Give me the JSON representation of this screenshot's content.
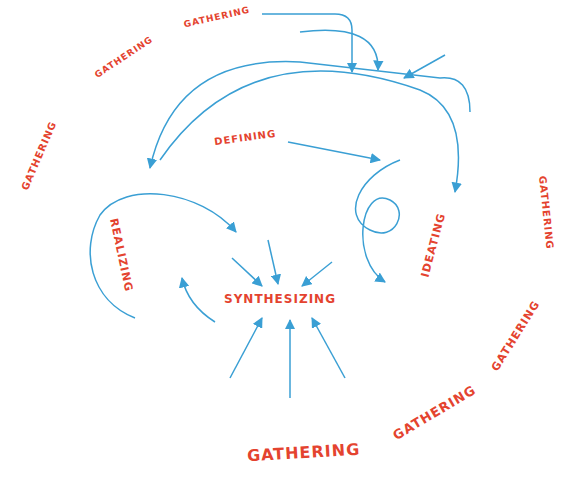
{
  "diagram": {
    "nodes": [
      {
        "text": [
          "DEFINING"
        ]
      },
      {
        "text": [
          "REALIZING"
        ]
      },
      {
        "text": [
          "IDEATING"
        ]
      },
      {
        "text": [
          "SYNTHESIZING"
        ]
      }
    ],
    "labels": [
      "GATHERING",
      "GATHERING",
      "GATHERING",
      "GATHERING",
      "GATHERING",
      "GATHERING",
      "GATHERING"
    ]
  }
}
